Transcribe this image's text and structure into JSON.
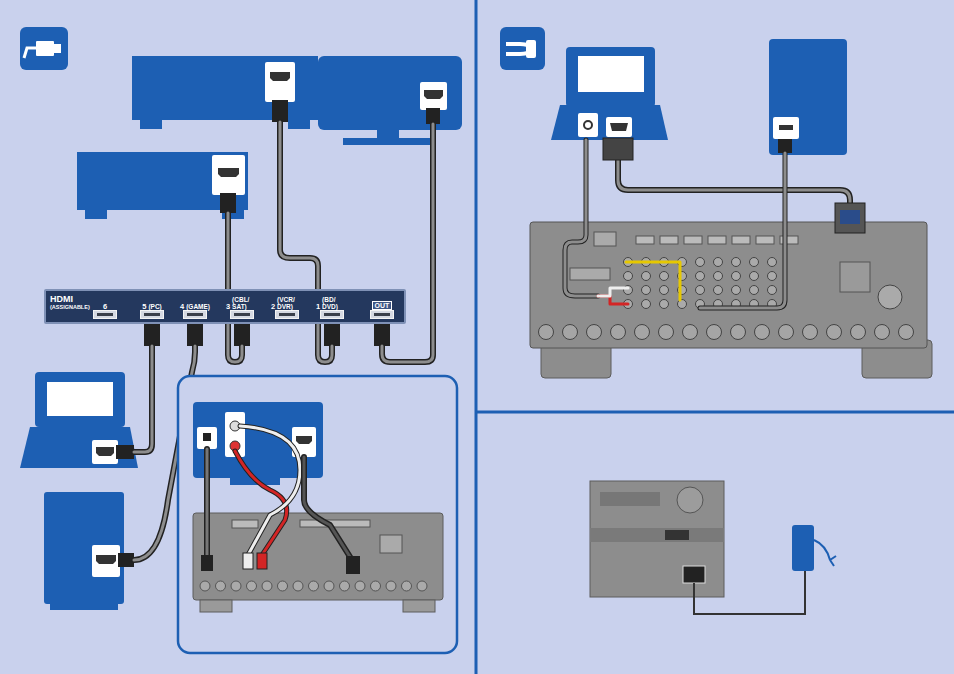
{
  "diagram": {
    "nodes": [
      {
        "text": [
          "HDMI",
          "(ASSIGNABLE)"
        ]
      },
      {
        "text": [
          "6"
        ],
        "in": 0
      },
      {
        "text": [
          "5",
          "(PC)"
        ],
        "in": 0
      },
      {
        "text": [
          "4",
          "(GAME)"
        ],
        "in": 0
      },
      {
        "text": [
          "3",
          "(CBL/ SAT)"
        ],
        "in": 0
      },
      {
        "text": [
          "2",
          "(VCR/ DVR)"
        ],
        "in": 0
      },
      {
        "text": [
          "1",
          "(BD/ DVD)"
        ],
        "in": 0
      },
      {
        "text": [
          "OUT"
        ],
        "in": 0
      }
    ]
  }
}
